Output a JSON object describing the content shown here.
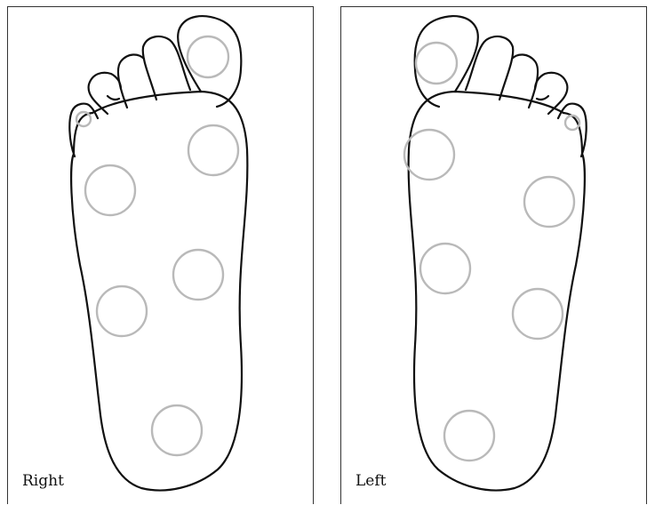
{
  "panels": [
    {
      "id": "right",
      "label": "Right"
    },
    {
      "id": "left",
      "label": "Left"
    }
  ],
  "colors": {
    "outline": "#111111",
    "pressure_point": "#b9b9b9",
    "border": "#333333"
  },
  "icons": {
    "pressure_point": "circle"
  }
}
